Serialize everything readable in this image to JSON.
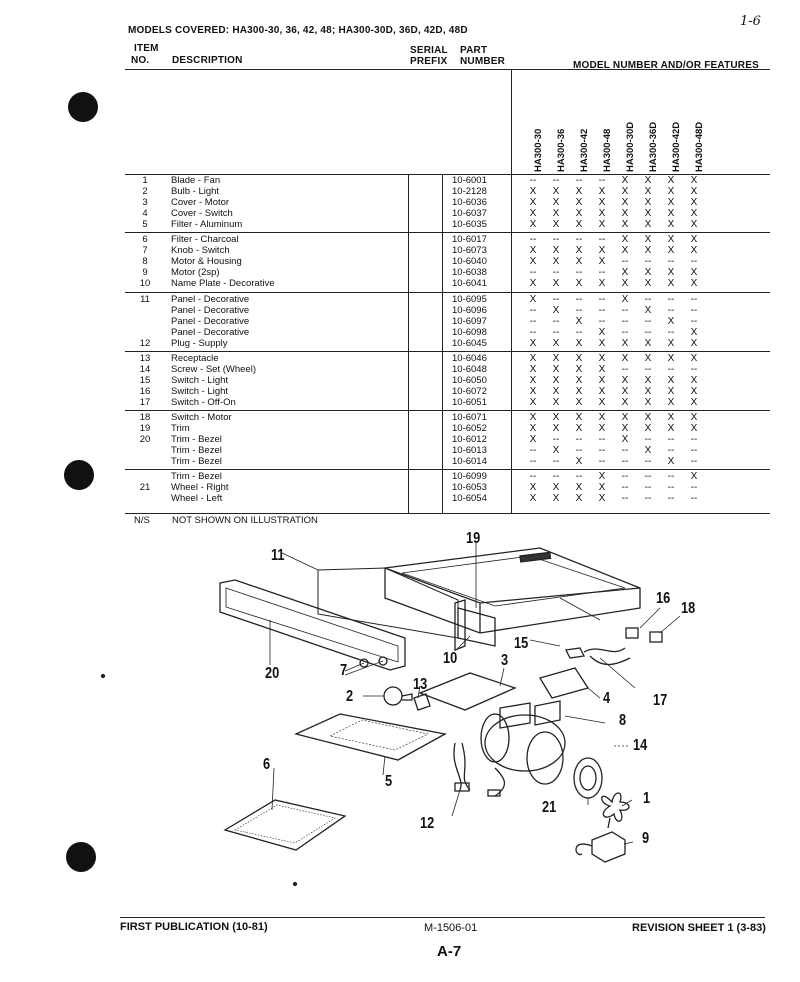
{
  "header": {
    "models_covered": "MODELS COVERED: HA300-30, 36, 42, 48; HA300-30D, 36D, 42D, 48D",
    "handwritten_note": "1-6",
    "col_item": "ITEM",
    "col_no": "NO.",
    "col_description": "DESCRIPTION",
    "col_serial": "SERIAL",
    "col_prefix": "PREFIX",
    "col_part": "PART",
    "col_number": "NUMBER",
    "col_model": "MODEL NUMBER AND/OR FEATURES"
  },
  "models": [
    "HA300-30",
    "HA300-36",
    "HA300-42",
    "HA300-48",
    "HA300-30D",
    "HA300-36D",
    "HA300-42D",
    "HA300-48D"
  ],
  "rows": [
    {
      "item": "1",
      "desc": "Blade - Fan",
      "part": "10-6001",
      "marks": [
        "--",
        "--",
        "--",
        "--",
        "X",
        "X",
        "X",
        "X"
      ]
    },
    {
      "item": "2",
      "desc": "Bulb - Light",
      "part": "10-2128",
      "marks": [
        "X",
        "X",
        "X",
        "X",
        "X",
        "X",
        "X",
        "X"
      ]
    },
    {
      "item": "3",
      "desc": "Cover - Motor",
      "part": "10-6036",
      "marks": [
        "X",
        "X",
        "X",
        "X",
        "X",
        "X",
        "X",
        "X"
      ]
    },
    {
      "item": "4",
      "desc": "Cover - Switch",
      "part": "10-6037",
      "marks": [
        "X",
        "X",
        "X",
        "X",
        "X",
        "X",
        "X",
        "X"
      ]
    },
    {
      "item": "5",
      "desc": "Filter - Aluminum",
      "part": "10-6035",
      "marks": [
        "X",
        "X",
        "X",
        "X",
        "X",
        "X",
        "X",
        "X"
      ]
    },
    {
      "item": "6",
      "desc": "Filter - Charcoal",
      "part": "10-6017",
      "marks": [
        "--",
        "--",
        "--",
        "--",
        "X",
        "X",
        "X",
        "X"
      ]
    },
    {
      "item": "7",
      "desc": "Knob - Switch",
      "part": "10-6073",
      "marks": [
        "X",
        "X",
        "X",
        "X",
        "X",
        "X",
        "X",
        "X"
      ]
    },
    {
      "item": "8",
      "desc": "Motor & Housing",
      "part": "10-6040",
      "marks": [
        "X",
        "X",
        "X",
        "X",
        "--",
        "--",
        "--",
        "--"
      ]
    },
    {
      "item": "9",
      "desc": "Motor (2sp)",
      "part": "10-6038",
      "marks": [
        "--",
        "--",
        "--",
        "--",
        "X",
        "X",
        "X",
        "X"
      ]
    },
    {
      "item": "10",
      "desc": "Name Plate - Decorative",
      "part": "10-6041",
      "marks": [
        "X",
        "X",
        "X",
        "X",
        "X",
        "X",
        "X",
        "X"
      ]
    },
    {
      "item": "11",
      "desc": "Panel - Decorative",
      "part": "10-6095",
      "marks": [
        "X",
        "--",
        "--",
        "--",
        "X",
        "--",
        "--",
        "--"
      ]
    },
    {
      "item": "",
      "desc": "Panel - Decorative",
      "part": "10-6096",
      "marks": [
        "--",
        "X",
        "--",
        "--",
        "--",
        "X",
        "--",
        "--"
      ]
    },
    {
      "item": "",
      "desc": "Panel - Decorative",
      "part": "10-6097",
      "marks": [
        "--",
        "--",
        "X",
        "--",
        "--",
        "--",
        "X",
        "--"
      ]
    },
    {
      "item": "",
      "desc": "Panel - Decorative",
      "part": "10-6098",
      "marks": [
        "--",
        "--",
        "--",
        "X",
        "--",
        "--",
        "--",
        "X"
      ]
    },
    {
      "item": "12",
      "desc": "Plug - Supply",
      "part": "10-6045",
      "marks": [
        "X",
        "X",
        "X",
        "X",
        "X",
        "X",
        "X",
        "X"
      ]
    },
    {
      "item": "13",
      "desc": "Receptacle",
      "part": "10-6046",
      "marks": [
        "X",
        "X",
        "X",
        "X",
        "X",
        "X",
        "X",
        "X"
      ]
    },
    {
      "item": "14",
      "desc": "Screw - Set (Wheel)",
      "part": "10-6048",
      "marks": [
        "X",
        "X",
        "X",
        "X",
        "--",
        "--",
        "--",
        "--"
      ]
    },
    {
      "item": "15",
      "desc": "Switch - Light",
      "part": "10-6050",
      "marks": [
        "X",
        "X",
        "X",
        "X",
        "X",
        "X",
        "X",
        "X"
      ]
    },
    {
      "item": "16",
      "desc": "Switch - Light",
      "part": "10-6072",
      "marks": [
        "X",
        "X",
        "X",
        "X",
        "X",
        "X",
        "X",
        "X"
      ]
    },
    {
      "item": "17",
      "desc": "Switch - Off-On",
      "part": "10-6051",
      "marks": [
        "X",
        "X",
        "X",
        "X",
        "X",
        "X",
        "X",
        "X"
      ]
    },
    {
      "item": "18",
      "desc": "Switch - Motor",
      "part": "10-6071",
      "marks": [
        "X",
        "X",
        "X",
        "X",
        "X",
        "X",
        "X",
        "X"
      ]
    },
    {
      "item": "19",
      "desc": "Trim",
      "part": "10-6052",
      "marks": [
        "X",
        "X",
        "X",
        "X",
        "X",
        "X",
        "X",
        "X"
      ]
    },
    {
      "item": "20",
      "desc": "Trim - Bezel",
      "part": "10-6012",
      "marks": [
        "X",
        "--",
        "--",
        "--",
        "X",
        "--",
        "--",
        "--"
      ]
    },
    {
      "item": "",
      "desc": "Trim - Bezel",
      "part": "10-6013",
      "marks": [
        "--",
        "X",
        "--",
        "--",
        "--",
        "X",
        "--",
        "--"
      ]
    },
    {
      "item": "",
      "desc": "Trim - Bezel",
      "part": "10-6014",
      "marks": [
        "--",
        "--",
        "X",
        "--",
        "--",
        "--",
        "X",
        "--"
      ]
    },
    {
      "item": "",
      "desc": "Trim - Bezel",
      "part": "10-6099",
      "marks": [
        "--",
        "--",
        "--",
        "X",
        "--",
        "--",
        "--",
        "X"
      ]
    },
    {
      "item": "21",
      "desc": "Wheel - Right",
      "part": "10-6053",
      "marks": [
        "X",
        "X",
        "X",
        "X",
        "--",
        "--",
        "--",
        "--"
      ]
    },
    {
      "item": "",
      "desc": "Wheel - Left",
      "part": "10-6054",
      "marks": [
        "X",
        "X",
        "X",
        "X",
        "--",
        "--",
        "--",
        "--"
      ]
    }
  ],
  "ns_note": {
    "code": "N/S",
    "text": "NOT SHOWN ON ILLUSTRATION"
  },
  "callouts": [
    "1",
    "2",
    "3",
    "4",
    "5",
    "6",
    "7",
    "8",
    "9",
    "10",
    "11",
    "12",
    "13",
    "14",
    "15",
    "16",
    "17",
    "18",
    "19",
    "20",
    "21"
  ],
  "footer": {
    "left": "FIRST PUBLICATION (10-81)",
    "center": "M-1506-01",
    "right": "REVISION SHEET 1 (3-83)",
    "page": "A-7"
  }
}
